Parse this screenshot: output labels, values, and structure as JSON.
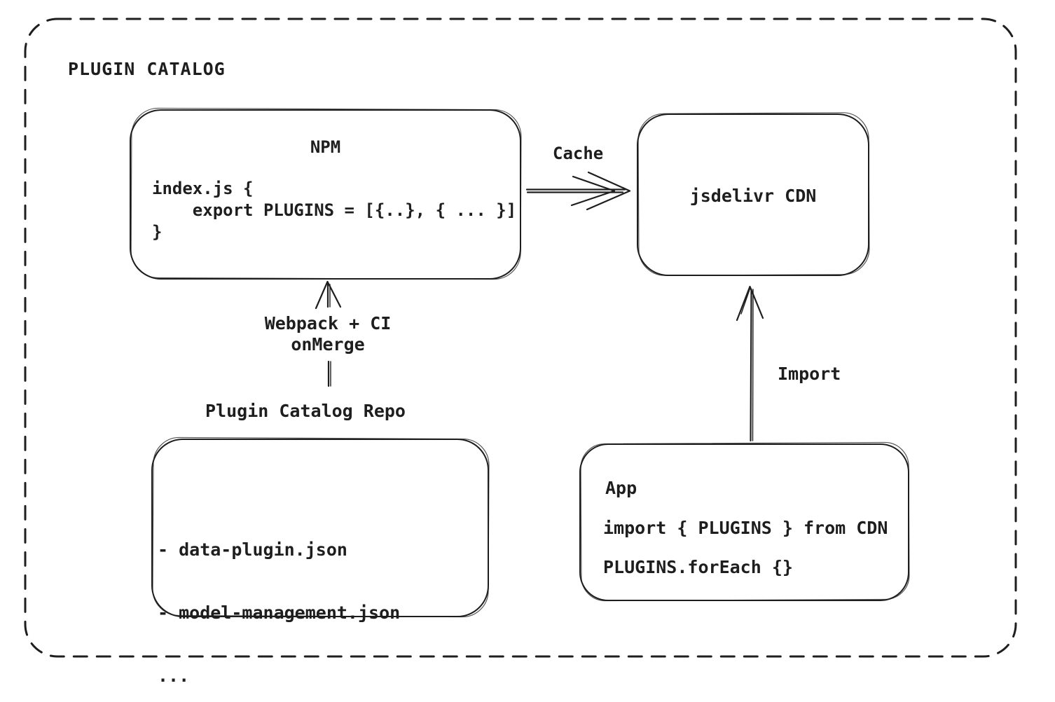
{
  "diagram": {
    "title": "PLUGIN CATALOG",
    "colors": {
      "ink": "#1e1e1e",
      "background": "#ffffff"
    },
    "nodes": {
      "npm": {
        "title": "NPM",
        "code": "index.js {\n    export PLUGINS = [{..}, { ... }]\n}"
      },
      "cdn": {
        "label": "jsdelivr CDN"
      },
      "repo": {
        "title": "Plugin Catalog Repo",
        "items": [
          "- data-plugin.json",
          "- model-management.json",
          "..."
        ]
      },
      "app": {
        "title": "App",
        "code_line1": "import { PLUGINS } from CDN",
        "code_line2": "PLUGINS.forEach {}"
      }
    },
    "edges": {
      "cache": {
        "label": "Cache"
      },
      "build": {
        "label_line1": "Webpack + CI",
        "label_line2": "onMerge"
      },
      "import": {
        "label": "Import"
      }
    }
  }
}
